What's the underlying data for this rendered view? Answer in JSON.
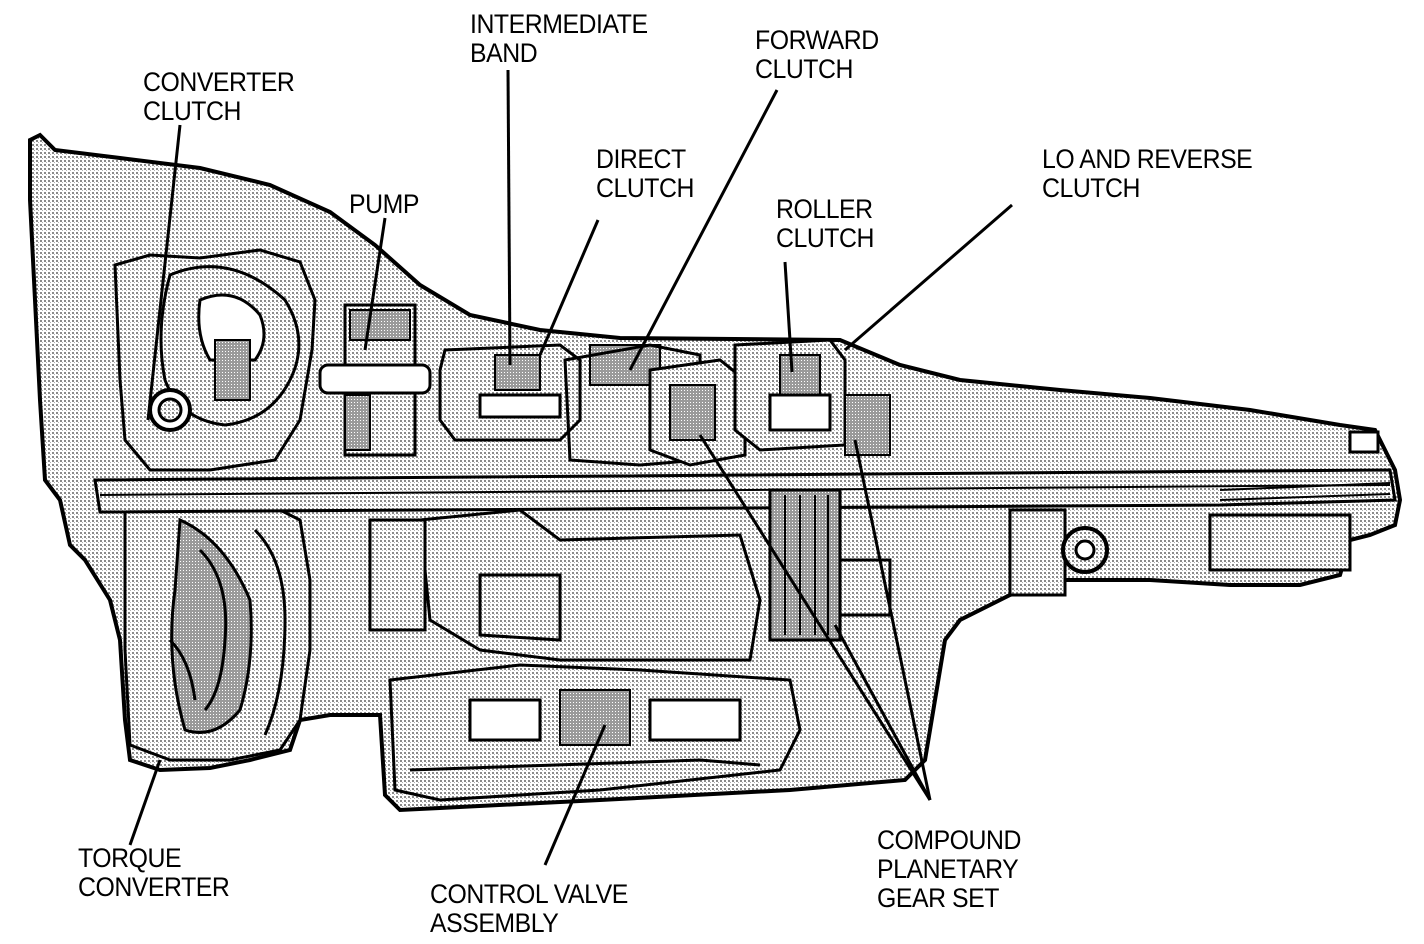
{
  "labels": {
    "converter_clutch": [
      "CONVERTER",
      "CLUTCH"
    ],
    "intermediate_band": [
      "INTERMEDIATE",
      "BAND"
    ],
    "forward_clutch": [
      "FORWARD",
      "CLUTCH"
    ],
    "direct_clutch": [
      "DIRECT",
      "CLUTCH"
    ],
    "lo_reverse_clutch": [
      "LO AND REVERSE",
      "CLUTCH"
    ],
    "pump": [
      "PUMP"
    ],
    "roller_clutch": [
      "ROLLER",
      "CLUTCH"
    ],
    "torque_converter": [
      "TORQUE",
      "CONVERTER"
    ],
    "control_valve_assembly": [
      "CONTROL VALVE",
      "ASSEMBLY"
    ],
    "compound_planetary_gear_set": [
      "COMPOUND",
      "PLANETARY",
      "GEAR SET"
    ]
  },
  "colors": {
    "stipple": "#bdbdbd",
    "ink": "#000000",
    "paper": "#ffffff"
  }
}
